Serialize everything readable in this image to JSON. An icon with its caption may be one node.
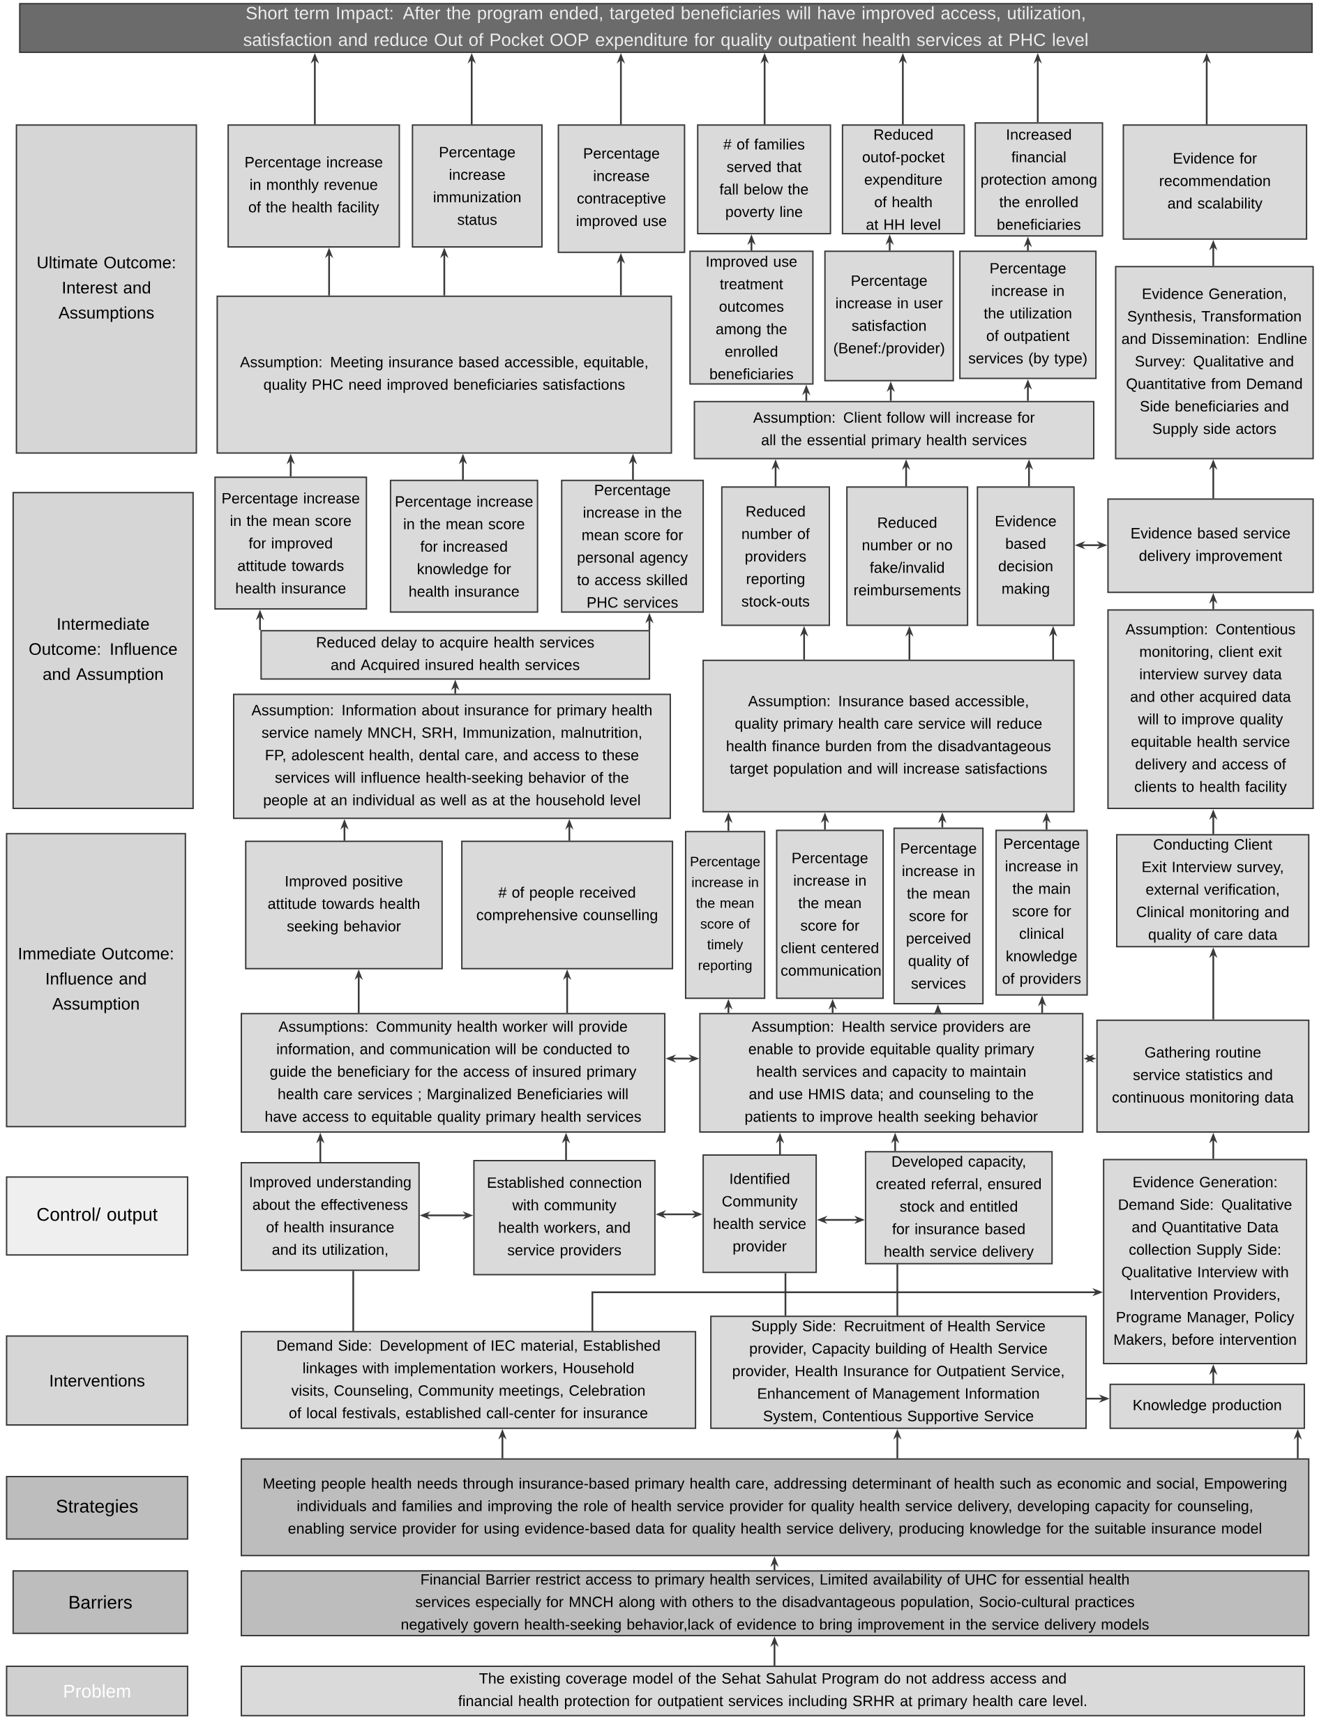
{
  "diagram": {
    "nodes": [
      {
        "text": [
          "Short term Impact: After the program ended, targeted beneficiaries will have improved access, utilization, satisfaction and reduce Out of Pocket OOP expenditure for quality outpatient health services at PHC level"
        ]
      },
      {
        "text": [
          "Ultimate Outcome: Interest and Assumptions"
        ]
      },
      {
        "text": [
          "Intermediate Outcome: Influence and Assumption"
        ]
      },
      {
        "text": [
          "Immediate Outcome: Influence and Assumption"
        ]
      },
      {
        "text": [
          "Control/ output"
        ]
      },
      {
        "text": [
          "Interventions"
        ]
      },
      {
        "text": [
          "Strategies"
        ]
      },
      {
        "text": [
          "Barriers"
        ]
      },
      {
        "text": [
          "Problem"
        ]
      },
      {
        "text": [
          "Percentage increase in monthly revenue of the health facility"
        ]
      },
      {
        "text": [
          "Percentage increase immunization status"
        ]
      },
      {
        "text": [
          "Percentage increase contraceptive improved use"
        ]
      },
      {
        "text": [
          "# of families served that fall below the poverty line"
        ]
      },
      {
        "text": [
          "Reduced outof-pocket expenditure of health at HH level"
        ]
      },
      {
        "text": [
          "Increased financial protection among the enrolled beneficiaries"
        ]
      },
      {
        "text": [
          "Evidence for recommendation and scalability"
        ]
      },
      {
        "text": [
          "Improved use treatment outcomes among the enrolled beneficiaries"
        ]
      },
      {
        "text": [
          "Percentage increase in user satisfaction (Benef:/provider)"
        ]
      },
      {
        "text": [
          "Percentage increase in the utilization of outpatient services (by type)"
        ]
      },
      {
        "text": [
          "Assumption: Meeting insurance based accessible, equitable, quality PHC need improved beneficiaries satisfactions"
        ]
      },
      {
        "text": [
          "Evidence Generation, Synthesis, Transformation and Dissemination: Endline Survey: Qualitative and Quantitative from Demand Side beneficiaries and Supply side actors"
        ]
      },
      {
        "text": [
          "Assumption: Client follow will increase for all the essential primary health services"
        ]
      },
      {
        "text": [
          "Percentage increase in the mean score for improved attitude towards health insurance"
        ]
      },
      {
        "text": [
          "Percentage increase in the mean score for increased knowledge for health insurance"
        ]
      },
      {
        "text": [
          "Percentage increase in the mean score for personal agency to access skilled PHC services"
        ]
      },
      {
        "text": [
          "Reduced number of providers reporting stock-outs"
        ]
      },
      {
        "text": [
          "Reduced number or no fake/invalid reimbursements"
        ]
      },
      {
        "text": [
          "Evidence based decision making"
        ]
      },
      {
        "text": [
          "Evidence based service delivery improvement"
        ]
      },
      {
        "text": [
          "Reduced delay to acquire health services and Acquired insured health services"
        ]
      },
      {
        "text": [
          "Assumption: Information about insurance for primary health service namely MNCH, SRH, Immunization, malnutrition, FP, adolescent health, dental care, and access to these services will influence health-seeking behavior of the people at an individual as well as at the household level"
        ]
      },
      {
        "text": [
          "Assumption: Insurance based accessible, quality primary health care service will reduce health finance burden from the disadvantageous target population and will increase satisfactions"
        ]
      },
      {
        "text": [
          "Assumption: Contentious monitoring, client exit interview survey data and other acquired data will to improve quality equitable health service delivery and access of clients to health facility"
        ]
      },
      {
        "text": [
          "Improved positive attitude towards health seeking behavior"
        ]
      },
      {
        "text": [
          "# of people received comprehensive counselling"
        ]
      },
      {
        "text": [
          "Percentage increase in the mean score of timely reporting"
        ]
      },
      {
        "text": [
          "Percentage increase in the mean score for client centered communication"
        ]
      },
      {
        "text": [
          "Percentage increase in the mean score for perceived quality of services"
        ]
      },
      {
        "text": [
          "Percentage increase in the main score for clinical knowledge of providers"
        ]
      },
      {
        "text": [
          "Conducting Client Exit Interview survey, external verification, Clinical monitoring and quality of care data"
        ]
      },
      {
        "text": [
          "Assumptions: Community health worker will provide information, and communication will be conducted to guide the beneficiary for the access of insured primary health care services ; Marginalized Beneficiaries will have access to equitable quality primary health services"
        ]
      },
      {
        "text": [
          "Assumption: Health service providers are enable to provide equitable quality primary health services and capacity to maintain and use HMIS data; and counseling to the patients to improve health seeking behavior"
        ]
      },
      {
        "text": [
          "Gathering routine service statistics and continuous monitoring data"
        ]
      },
      {
        "text": [
          "Improved understanding about the effectiveness of health insurance and its utilization,"
        ]
      },
      {
        "text": [
          "Established connection with community health workers, and service providers"
        ]
      },
      {
        "text": [
          "Identified Community health service provider"
        ]
      },
      {
        "text": [
          "Developed capacity, created referral, ensured stock and entitled for insurance based health service delivery"
        ]
      },
      {
        "text": [
          "Evidence Generation: Demand Side: Qualitative and Quantitative Data collection Supply Side: Qualitative Interview with Intervention Providers, Programe Manager, Policy Makers, before intervention"
        ]
      },
      {
        "text": [
          "Demand Side: Development of IEC material, Established linkages with implementation workers, Household visits, Counseling, Community meetings, Celebration of local festivals, established call-center for insurance"
        ]
      },
      {
        "text": [
          "Supply Side: Recruitment of Health Service provider, Capacity building of Health Service provider, Health Insurance for Outpatient Service, Enhancement of Management Information System, Contentious Supportive Service"
        ]
      },
      {
        "text": [
          "Knowledge production"
        ]
      },
      {
        "text": [
          "Meeting people health needs through insurance-based primary health care, addressing determinant of health such as economic and social, Empowering individuals and families and improving the role of health service provider for quality health service delivery, developing capacity for counseling, enabling service provider for using evidence-based data for quality health service delivery, producing knowledge for the suitable insurance model"
        ]
      },
      {
        "text": [
          "Financial Barrier restrict access to primary health services, Limited availability of UHC for essential health services especially for MNCH along with others to the disadvantageous population, Socio-cultural practices negatively govern health-seeking behavior,lack of evidence to bring improvement in the service delivery models"
        ]
      },
      {
        "text": [
          "The existing coverage model of the Sehat Sahulat Program do not address access and financial health protection for outpatient services including SRHR at primary health care level."
        ]
      }
    ],
    "edges": [
      {
        "from": 9,
        "to": 0,
        "arrow": "to"
      },
      {
        "from": 10,
        "to": 0,
        "arrow": "to"
      },
      {
        "from": 11,
        "to": 0,
        "arrow": "to"
      },
      {
        "from": 12,
        "to": 0,
        "arrow": "to"
      },
      {
        "from": 13,
        "to": 0,
        "arrow": "to"
      },
      {
        "from": 14,
        "to": 0,
        "arrow": "to"
      },
      {
        "from": 15,
        "to": 0,
        "arrow": "to"
      },
      {
        "from": 19,
        "to": 9,
        "arrow": "to"
      },
      {
        "from": 19,
        "to": 10,
        "arrow": "to"
      },
      {
        "from": 19,
        "to": 11,
        "arrow": "to"
      },
      {
        "from": 16,
        "to": 12,
        "arrow": "to"
      },
      {
        "from": 17,
        "to": 13,
        "arrow": "to"
      },
      {
        "from": 18,
        "to": 14,
        "arrow": "to"
      },
      {
        "from": 20,
        "to": 15,
        "arrow": "to"
      },
      {
        "from": 21,
        "to": 16,
        "arrow": "to"
      },
      {
        "from": 21,
        "to": 17,
        "arrow": "to"
      },
      {
        "from": 21,
        "to": 18,
        "arrow": "to"
      },
      {
        "from": 22,
        "to": 19,
        "arrow": "to"
      },
      {
        "from": 23,
        "to": 19,
        "arrow": "to"
      },
      {
        "from": 24,
        "to": 19,
        "arrow": "to"
      },
      {
        "from": 25,
        "to": 21,
        "arrow": "to"
      },
      {
        "from": 26,
        "to": 21,
        "arrow": "to"
      },
      {
        "from": 27,
        "to": 21,
        "arrow": "to"
      },
      {
        "from": 27,
        "to": 28,
        "arrow": "both"
      },
      {
        "from": 28,
        "to": 20,
        "arrow": "to"
      },
      {
        "from": 29,
        "to": 22,
        "arrow": "to"
      },
      {
        "from": 29,
        "to": 24,
        "arrow": "to"
      },
      {
        "from": 30,
        "to": 29,
        "arrow": "to"
      },
      {
        "from": 31,
        "to": 25,
        "arrow": "to"
      },
      {
        "from": 31,
        "to": 26,
        "arrow": "to"
      },
      {
        "from": 31,
        "to": 27,
        "arrow": "to"
      },
      {
        "from": 32,
        "to": 28,
        "arrow": "to"
      },
      {
        "from": 33,
        "to": 30,
        "arrow": "to"
      },
      {
        "from": 34,
        "to": 30,
        "arrow": "to"
      },
      {
        "from": 35,
        "to": 31,
        "arrow": "to"
      },
      {
        "from": 36,
        "to": 31,
        "arrow": "to"
      },
      {
        "from": 37,
        "to": 31,
        "arrow": "to"
      },
      {
        "from": 38,
        "to": 31,
        "arrow": "to"
      },
      {
        "from": 39,
        "to": 32,
        "arrow": "to"
      },
      {
        "from": 40,
        "to": 33,
        "arrow": "to"
      },
      {
        "from": 40,
        "to": 34,
        "arrow": "to"
      },
      {
        "from": 40,
        "to": 41,
        "arrow": "both"
      },
      {
        "from": 41,
        "to": 42,
        "arrow": "both"
      },
      {
        "from": 42,
        "to": 39,
        "arrow": "to"
      },
      {
        "from": 41,
        "to": 35,
        "arrow": "to"
      },
      {
        "from": 41,
        "to": 36,
        "arrow": "to"
      },
      {
        "from": 41,
        "to": 37,
        "arrow": "to"
      },
      {
        "from": 41,
        "to": 38,
        "arrow": "to"
      },
      {
        "from": 43,
        "to": 40,
        "arrow": "to"
      },
      {
        "from": 44,
        "to": 40,
        "arrow": "to"
      },
      {
        "from": 45,
        "to": 41,
        "arrow": "to"
      },
      {
        "from": 46,
        "to": 41,
        "arrow": "to"
      },
      {
        "from": 47,
        "to": 42,
        "arrow": "to"
      },
      {
        "from": 43,
        "to": 44,
        "arrow": "both"
      },
      {
        "from": 44,
        "to": 45,
        "arrow": "both"
      },
      {
        "from": 45,
        "to": 46,
        "arrow": "both"
      },
      {
        "from": 48,
        "to": 43,
        "arrow": "none"
      },
      {
        "from": 48,
        "to": 47,
        "arrow": "to"
      },
      {
        "from": 49,
        "to": 45,
        "arrow": "none"
      },
      {
        "from": 49,
        "to": 46,
        "arrow": "none"
      },
      {
        "from": 49,
        "to": 50,
        "arrow": "to"
      },
      {
        "from": 50,
        "to": 47,
        "arrow": "to"
      },
      {
        "from": 51,
        "to": 48,
        "arrow": "to"
      },
      {
        "from": 51,
        "to": 49,
        "arrow": "to"
      },
      {
        "from": 51,
        "to": 50,
        "arrow": "to"
      },
      {
        "from": 52,
        "to": 51,
        "arrow": "to"
      },
      {
        "from": 53,
        "to": 52,
        "arrow": "to"
      }
    ]
  }
}
